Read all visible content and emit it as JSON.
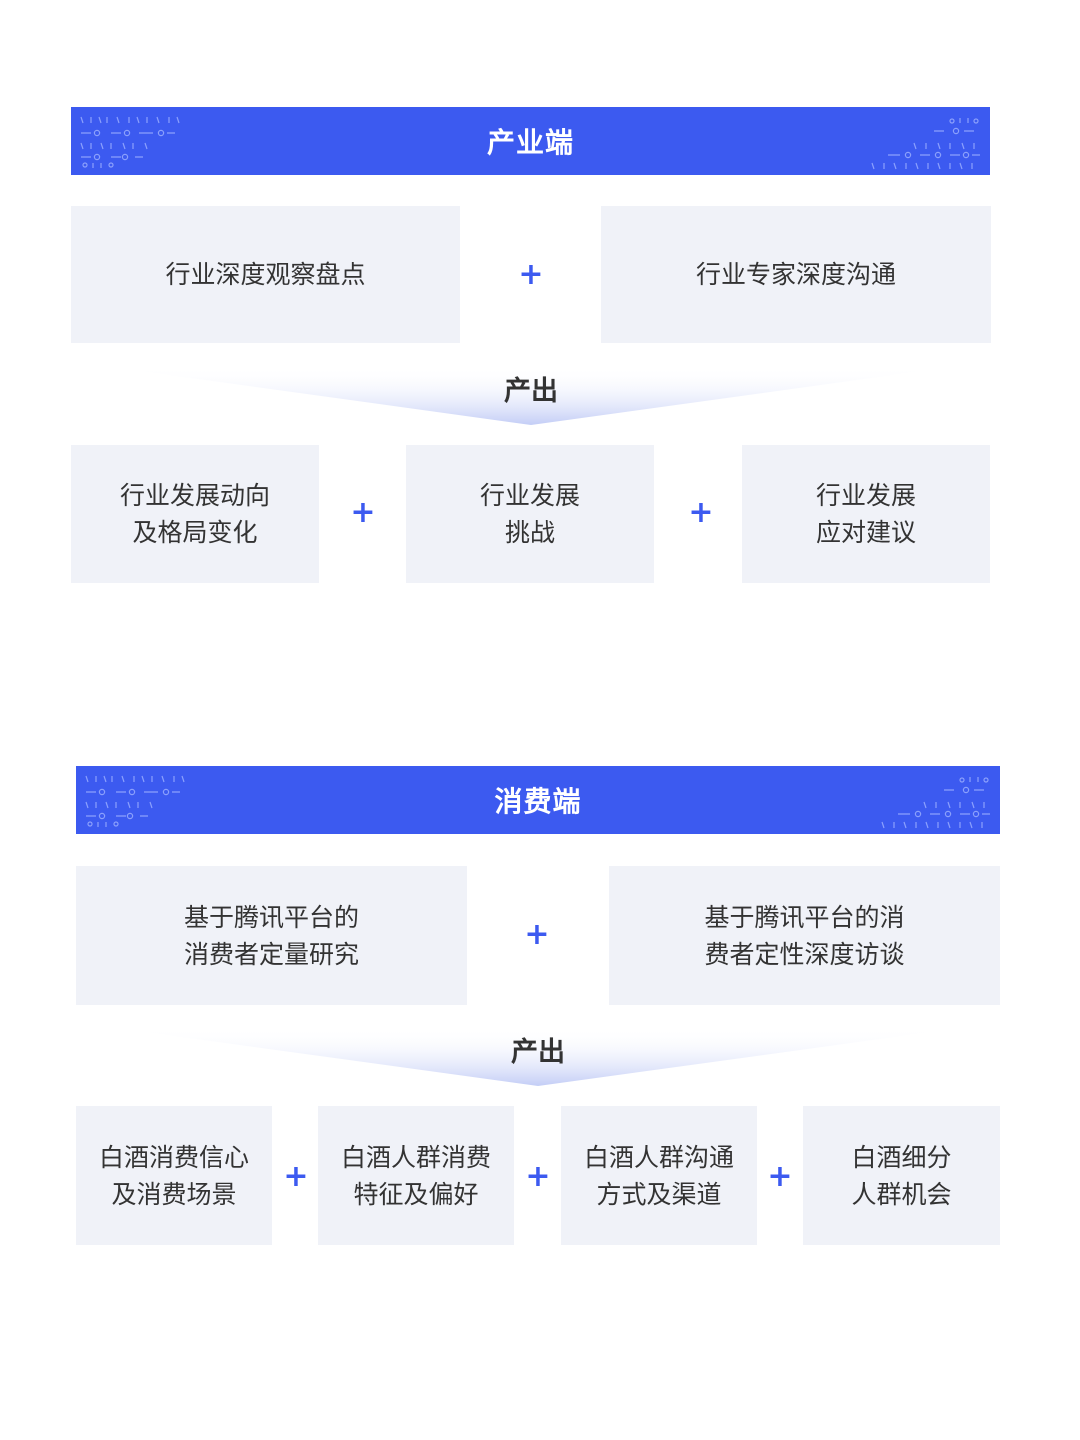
{
  "colors": {
    "accent": "#3c5af0",
    "box_bg": "#f0f2f8",
    "text": "#333333"
  },
  "industry": {
    "title": "产业端",
    "inputs": [
      "行业深度观察盘点",
      "行业专家深度沟通"
    ],
    "output_label": "产出",
    "outputs": [
      "行业发展动向\n及格局变化",
      "行业发展\n挑战",
      "行业发展\n应对建议"
    ],
    "plus": "+"
  },
  "consumer": {
    "title": "消费端",
    "inputs": [
      "基于腾讯平台的\n消费者定量研究",
      "基于腾讯平台的消\n费者定性深度访谈"
    ],
    "output_label": "产出",
    "outputs": [
      "白酒消费信心\n及消费场景",
      "白酒人群消费\n特征及偏好",
      "白酒人群沟通\n方式及渠道",
      "白酒细分\n人群机会"
    ],
    "plus": "+"
  }
}
